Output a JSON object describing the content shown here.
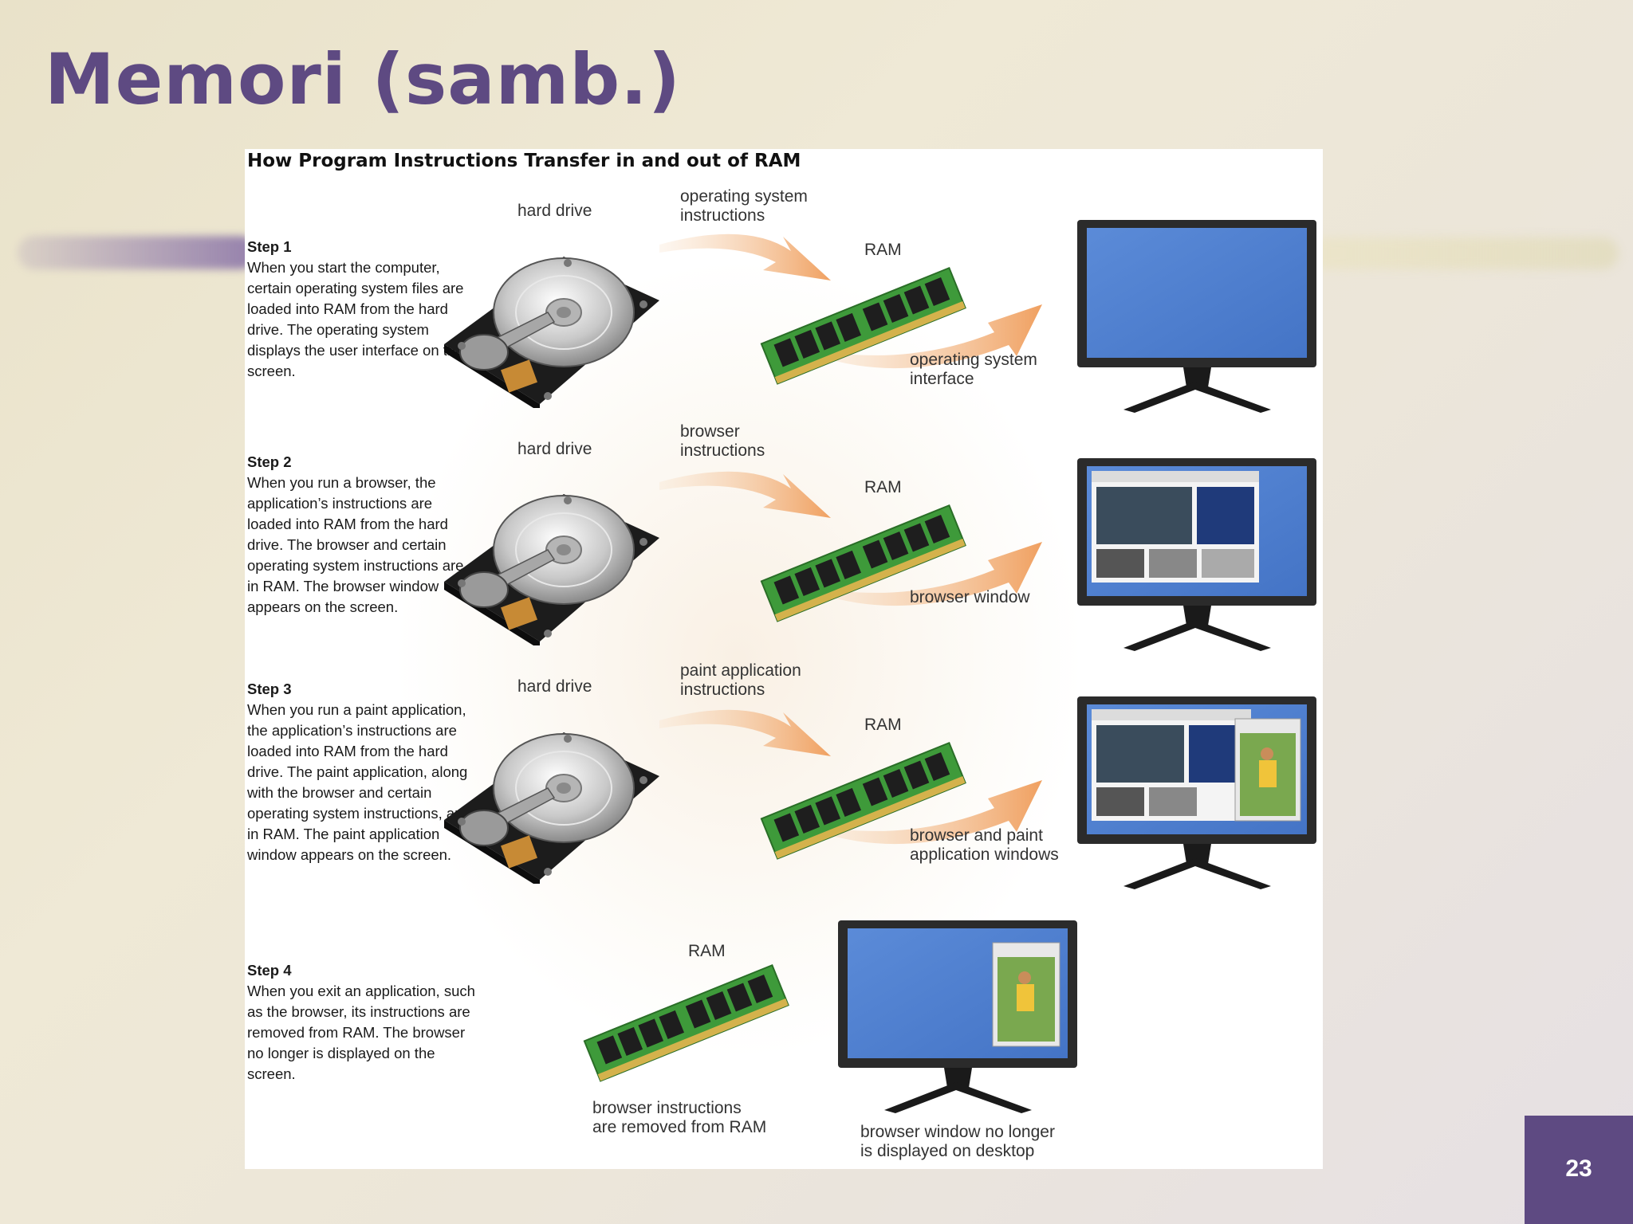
{
  "slide": {
    "title": "Memori (samb.)",
    "page_number": "23"
  },
  "figure": {
    "title": "How Program Instructions Transfer in and out of RAM",
    "steps": [
      {
        "title": "Step 1",
        "text": "When you start the computer, certain operating system files are loaded into RAM from the hard drive. The operating system displays the user interface on the screen.",
        "hard_drive_label": "hard drive",
        "instructions_label": "operating system\ninstructions",
        "ram_label": "RAM",
        "screen_label": "operating system\ninterface"
      },
      {
        "title": "Step 2",
        "text": "When you run a browser, the application’s instructions are loaded into RAM from the hard drive. The browser and certain operating system instructions are in RAM. The browser window appears on the screen.",
        "hard_drive_label": "hard drive",
        "instructions_label": "browser\ninstructions",
        "ram_label": "RAM",
        "screen_label": "browser window"
      },
      {
        "title": "Step 3",
        "text": "When you run a paint application, the application’s instructions are loaded into RAM from the hard drive. The paint application, along with the browser and certain operating system instructions, are in RAM. The paint application window appears on the screen.",
        "hard_drive_label": "hard drive",
        "instructions_label": "paint application\ninstructions",
        "ram_label": "RAM",
        "screen_label": "browser and paint\napplication windows"
      },
      {
        "title": "Step 4",
        "text": "When you exit an application, such as the browser, its instructions are removed from RAM. The browser no longer is displayed on the screen.",
        "ram_label": "RAM",
        "ram_caption": "browser instructions\nare removed from RAM",
        "screen_label": "browser window no longer\nis displayed on desktop"
      }
    ]
  },
  "colors": {
    "title": "#5e4a82",
    "arrow": "#f0a060",
    "screen": "#4e7ed0",
    "pcb": "#3e9a3a"
  }
}
